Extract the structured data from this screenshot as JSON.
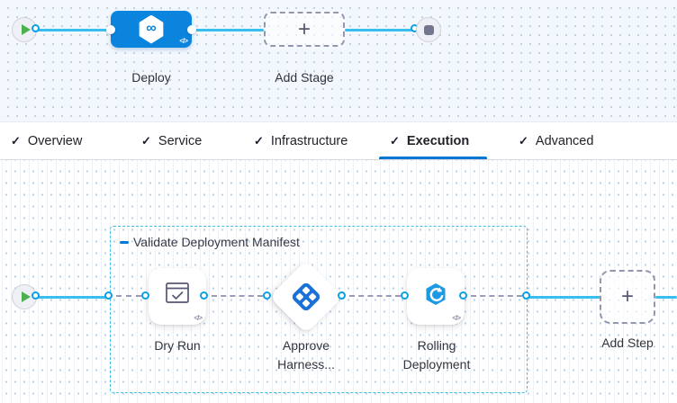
{
  "glyphs": {
    "plus": "+",
    "check": "✓",
    "code": "</>",
    "infinity": "∞"
  },
  "pipeline_canvas": {
    "stage": {
      "label": "Deploy",
      "icon": "harness-cd-hexagon"
    },
    "add_stage_label": "Add Stage",
    "start_icon": "play",
    "end_icon": "stop"
  },
  "tabs": {
    "active": "Execution",
    "items": [
      {
        "label": "Overview",
        "checked": true
      },
      {
        "label": "Service",
        "checked": true
      },
      {
        "label": "Infrastructure",
        "checked": true
      },
      {
        "label": "Execution",
        "checked": true
      },
      {
        "label": "Advanced",
        "checked": true
      }
    ]
  },
  "execution_canvas": {
    "step_group_label": "Validate Deployment Manifest",
    "steps": [
      {
        "label": "Dry Run",
        "icon": "window-check",
        "shape": "card"
      },
      {
        "label": "Approve Harness...",
        "icon": "harness-approval-diamond",
        "shape": "diamond"
      },
      {
        "label": "Rolling Deployment",
        "icon": "rolling-deployment-hexagon",
        "shape": "card"
      }
    ],
    "add_step_label": "Add Step"
  },
  "colors": {
    "accent_blue": "#0278d5",
    "node_blue": "#0b84dd",
    "connector_cyan": "#38bff0",
    "group_border_cyan": "#3cc1e5",
    "dashed_connector_gray": "#9a9cb5",
    "play_green": "#4db04f"
  }
}
